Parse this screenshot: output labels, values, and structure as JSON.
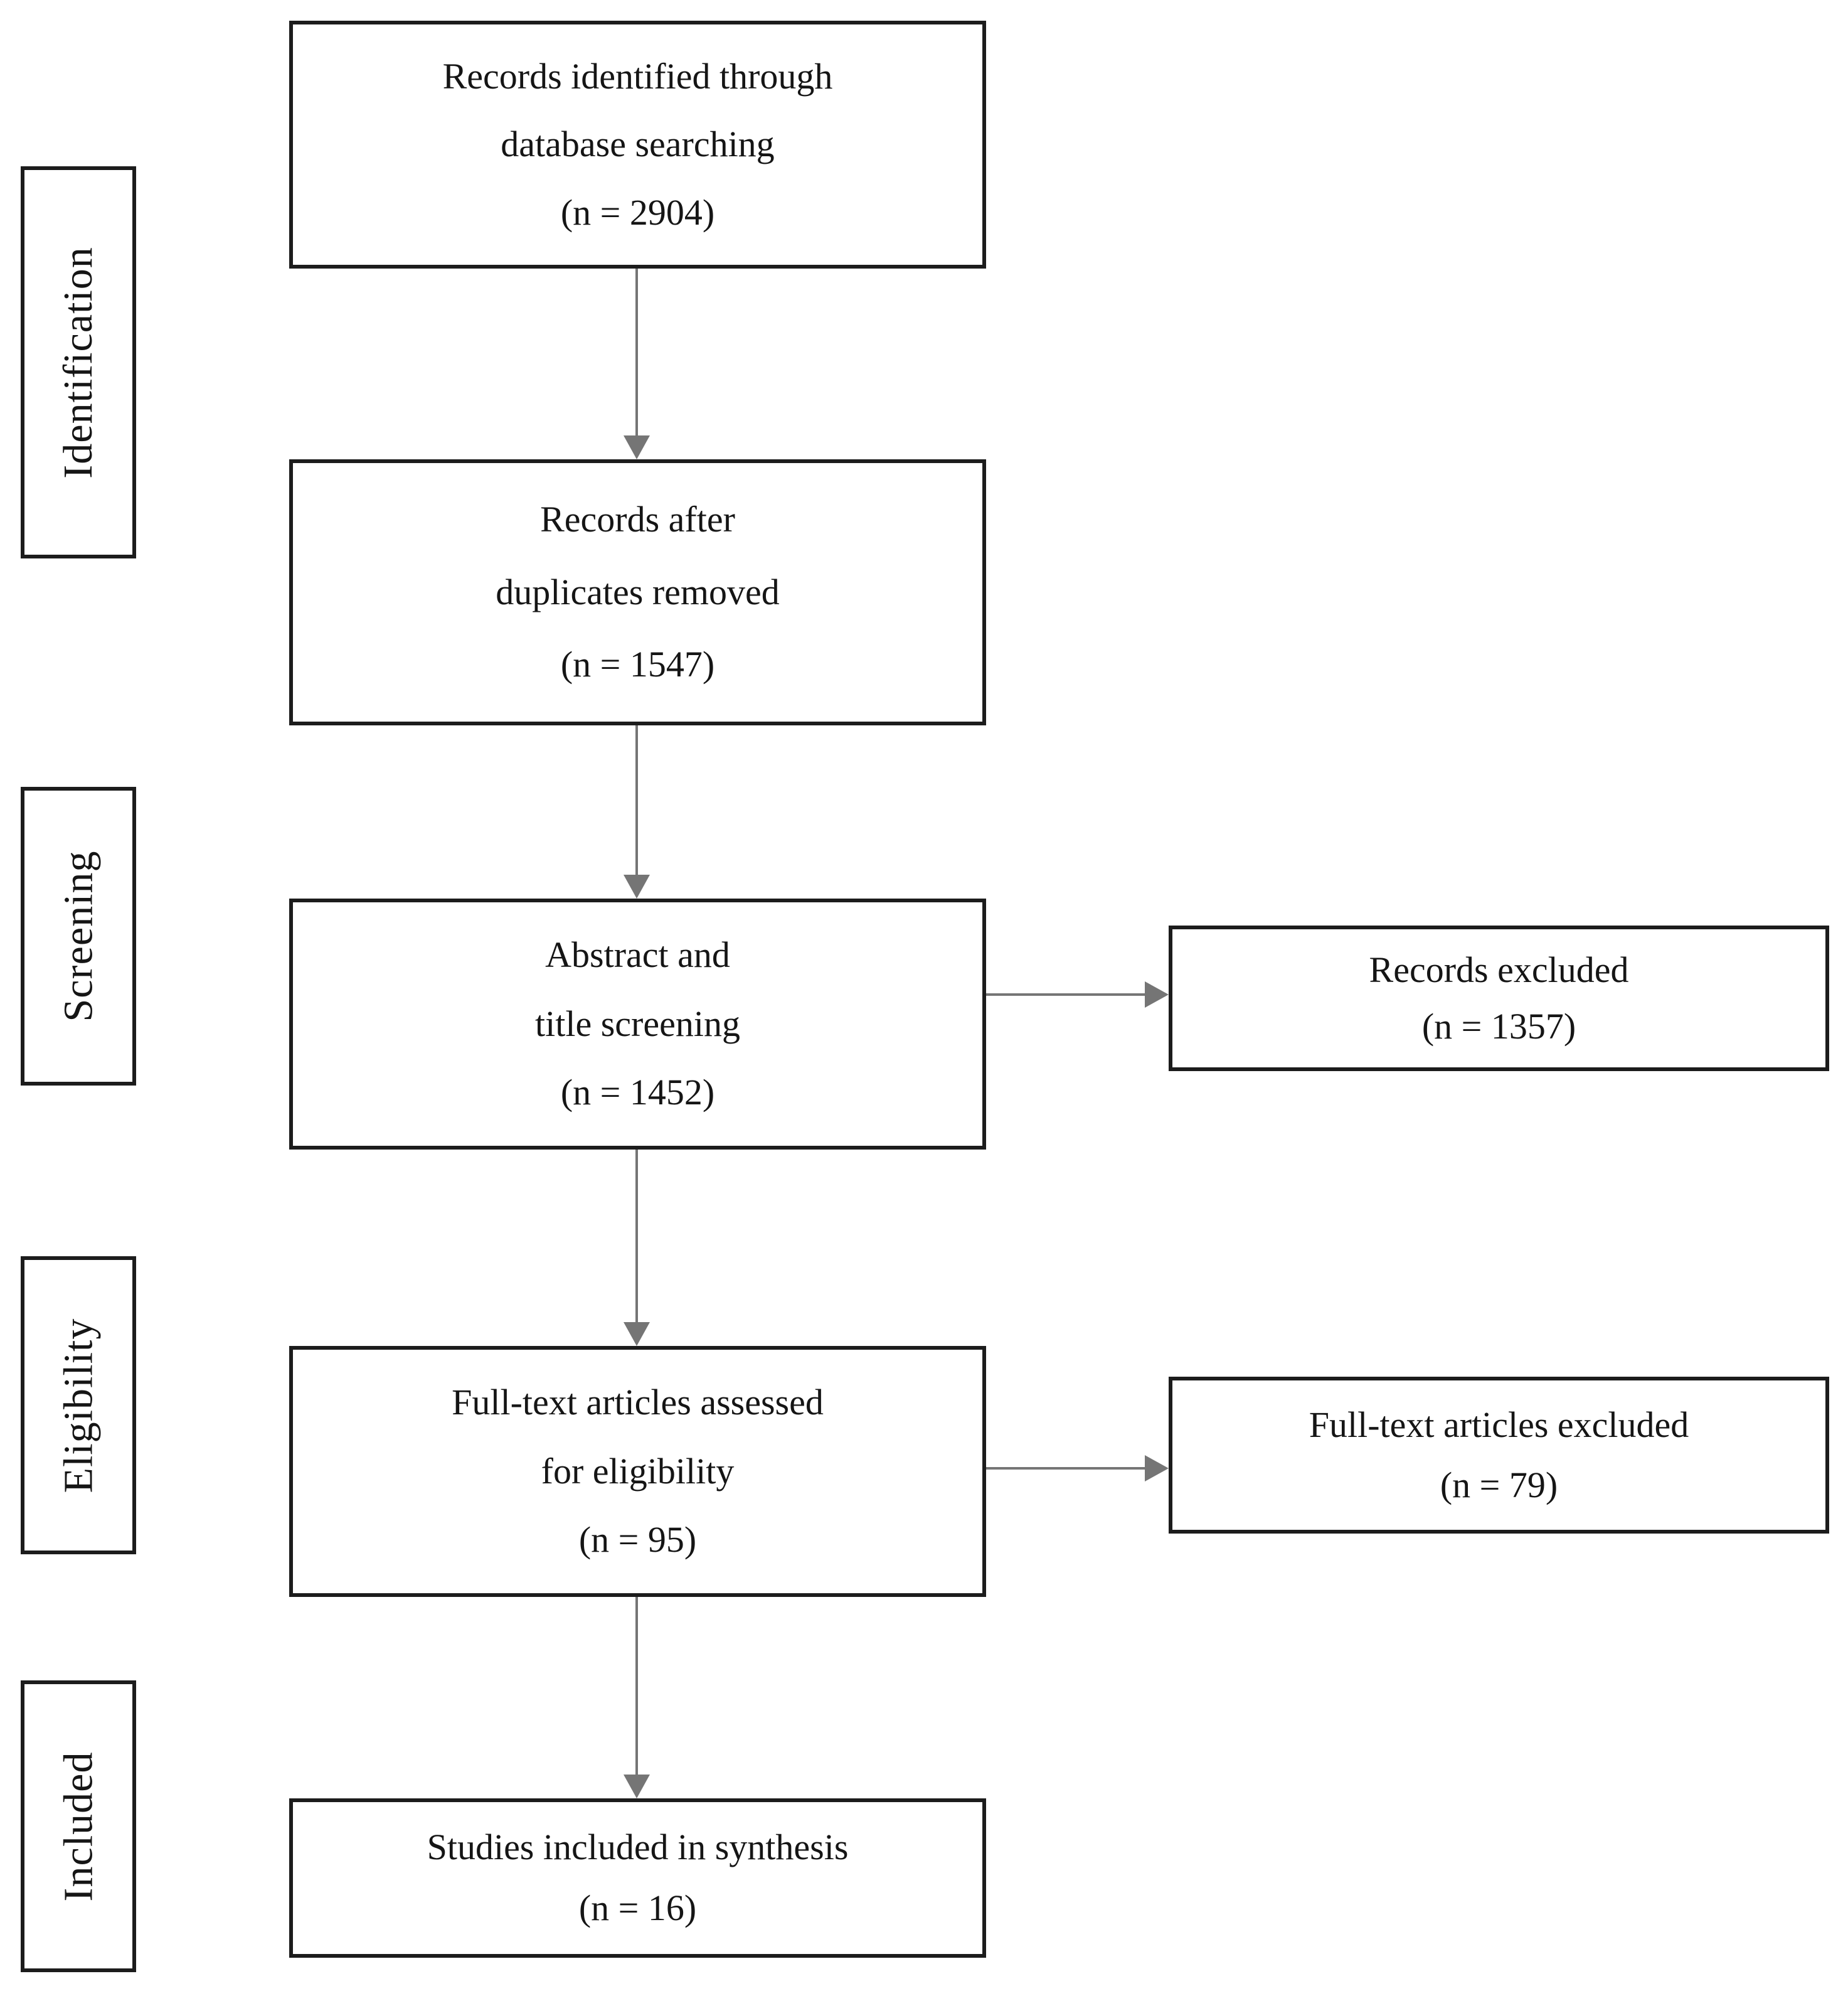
{
  "figure": {
    "kind": "systematic-review-flow-diagram"
  },
  "stages": {
    "identification": "Identification",
    "screening": "Screening",
    "eligibility": "Eligibility",
    "included": "Included"
  },
  "flow": {
    "identified": {
      "line1": "Records identified through",
      "line2": "database searching",
      "count": "(n = 2904)"
    },
    "deduplicated": {
      "line1": "Records after",
      "line2": "duplicates removed",
      "count": "(n = 1547)"
    },
    "screened": {
      "line1": "Abstract and",
      "line2": "title screening",
      "count": "(n = 1452)"
    },
    "assessed": {
      "line1": "Full-text articles assessed",
      "line2": "for eligibility",
      "count": "(n = 95)"
    },
    "synthesis": {
      "line1": "Studies included in synthesis",
      "count": "(n = 16)"
    }
  },
  "exclusions": {
    "records_excluded": {
      "line1": "Records excluded",
      "count": "(n = 1357)"
    },
    "fulltext_excluded": {
      "line1": "Full-text articles excluded",
      "count": "(n = 79)"
    }
  },
  "connections": [
    {
      "from": "identified",
      "to": "deduplicated",
      "direction": "down"
    },
    {
      "from": "deduplicated",
      "to": "screened",
      "direction": "down"
    },
    {
      "from": "screened",
      "to": "assessed",
      "direction": "down"
    },
    {
      "from": "assessed",
      "to": "synthesis",
      "direction": "down"
    },
    {
      "from": "screened",
      "to": "records_excluded",
      "direction": "right"
    },
    {
      "from": "assessed",
      "to": "fulltext_excluded",
      "direction": "right"
    }
  ],
  "colors": {
    "background": "#ffffff",
    "box_border": "#1c1c1c",
    "text": "#151515",
    "arrow": "#757575"
  }
}
